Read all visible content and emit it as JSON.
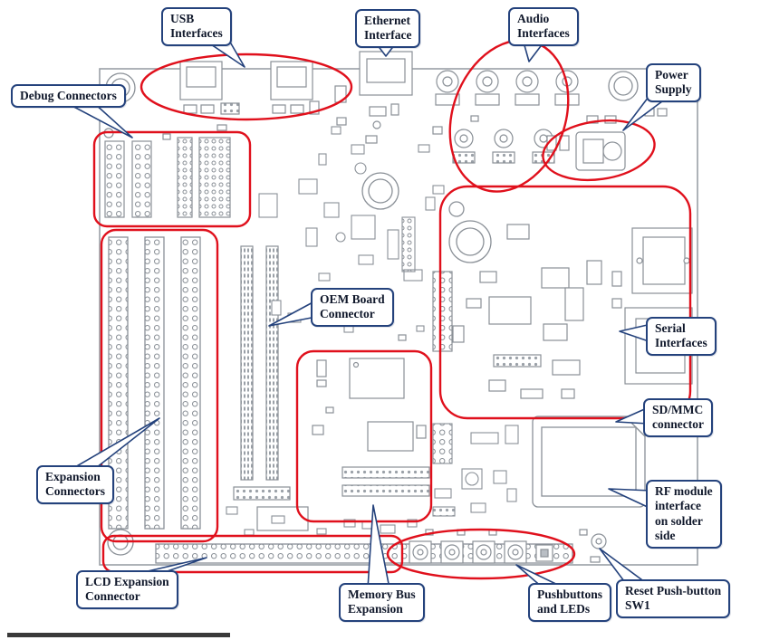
{
  "diagram": {
    "type": "annotated-pcb-diagram",
    "subject": "development board top view with labeled connector regions",
    "colors": {
      "highlight": "#e0101c",
      "callout_border": "#24427c",
      "silkscreen": "#8a9097"
    },
    "callouts": [
      {
        "id": "usb-interfaces",
        "label": "USB\nInterfaces"
      },
      {
        "id": "ethernet-interface",
        "label": "Ethernet\nInterface"
      },
      {
        "id": "audio-interfaces",
        "label": "Audio\nInterfaces"
      },
      {
        "id": "power-supply",
        "label": "Power\nSupply"
      },
      {
        "id": "debug-connectors",
        "label": "Debug Connectors"
      },
      {
        "id": "oem-board-connector",
        "label": "OEM Board\nConnector"
      },
      {
        "id": "serial-interfaces",
        "label": "Serial\nInterfaces"
      },
      {
        "id": "sd-mmc-connector",
        "label": "SD/MMC\nconnector"
      },
      {
        "id": "rf-module-interface",
        "label": "RF module\ninterface\non solder\nside"
      },
      {
        "id": "expansion-connectors",
        "label": "Expansion\nConnectors"
      },
      {
        "id": "lcd-expansion-connector",
        "label": "LCD Expansion\nConnector"
      },
      {
        "id": "memory-bus-expansion",
        "label": "Memory Bus\nExpansion"
      },
      {
        "id": "pushbuttons-and-leds",
        "label": "Pushbuttons\nand LEDs"
      },
      {
        "id": "reset-push-button",
        "label": "Reset Push-button\nSW1"
      }
    ]
  }
}
